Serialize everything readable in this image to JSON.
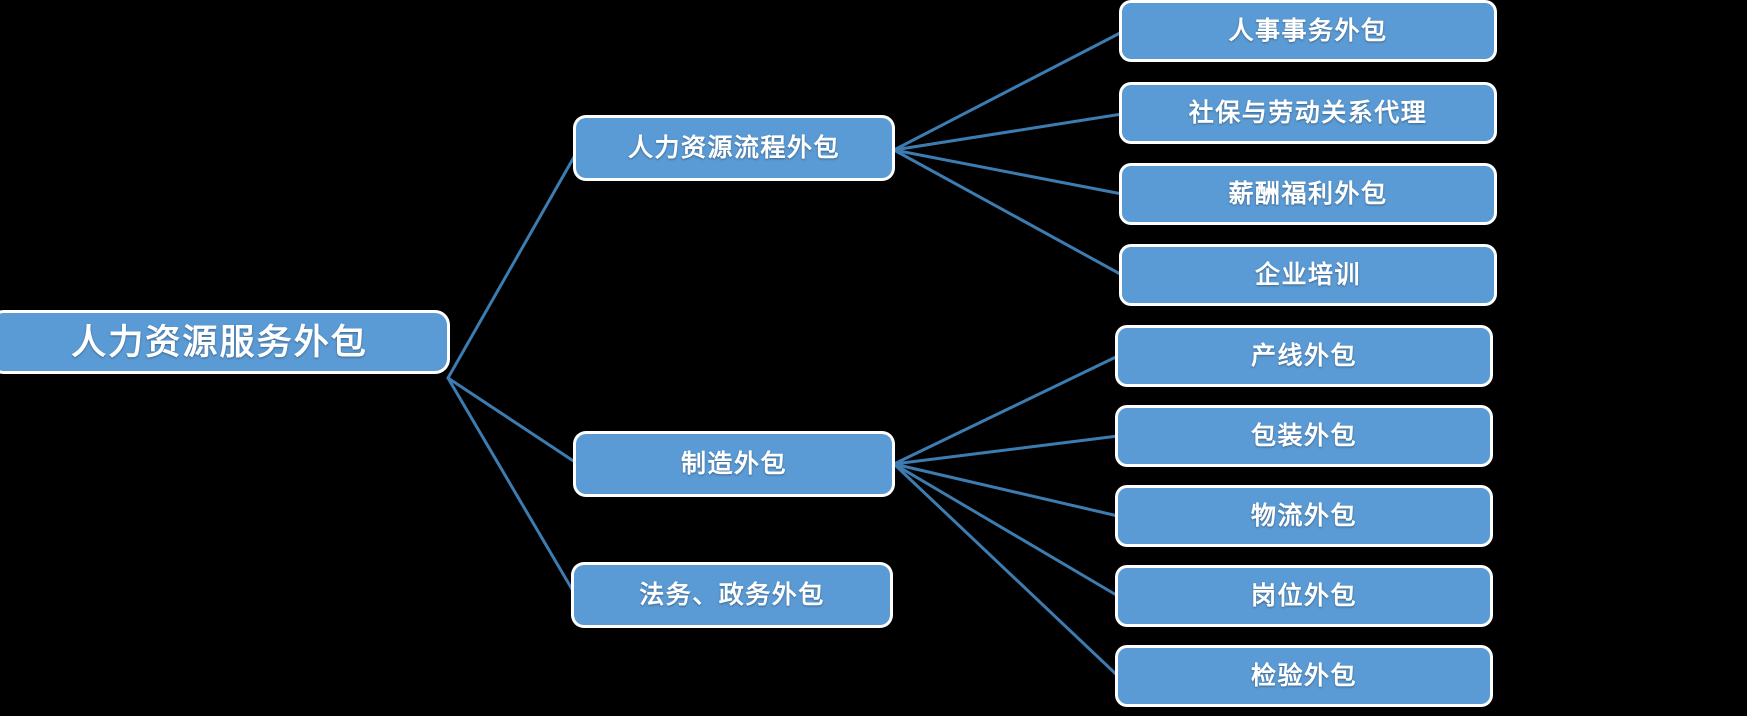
{
  "diagram": {
    "type": "tree",
    "title": "人力资源服务外包",
    "orientation": "left-to-right",
    "background_color": "#000000",
    "node_fill_color": "#5b9bd5",
    "node_text_color": "#ffffff",
    "node_border_color": "#ffffff",
    "edge_color": "#3d7cb0",
    "root": {
      "label": "人力资源服务外包"
    },
    "branches": [
      {
        "label": "人力资源流程外包",
        "children": [
          "人事事务外包",
          "社保与劳动关系代理",
          "薪酬福利外包",
          "企业培训"
        ]
      },
      {
        "label": "制造外包",
        "children": [
          "产线外包",
          "包装外包",
          "物流外包",
          "岗位外包",
          "检验外包"
        ]
      },
      {
        "label": "法务、政务外包",
        "children": []
      }
    ],
    "leaves": [
      "人事事务外包",
      "社保与劳动关系代理",
      "薪酬福利外包",
      "企业培训",
      "产线外包",
      "包装外包",
      "物流外包",
      "岗位外包",
      "检验外包"
    ]
  }
}
